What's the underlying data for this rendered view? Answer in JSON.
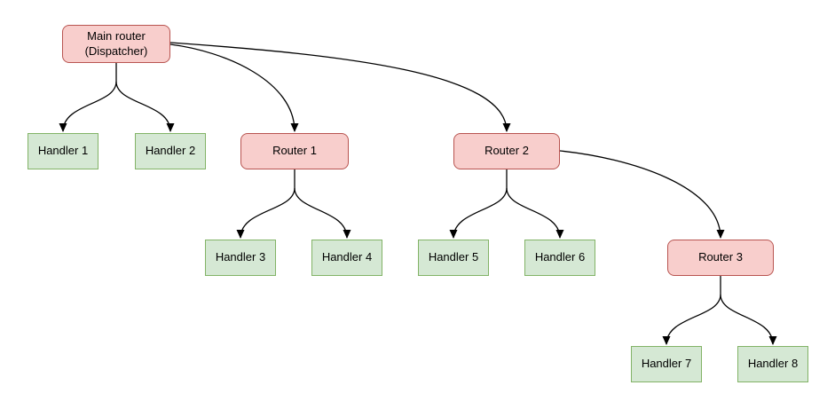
{
  "diagram": {
    "type": "tree",
    "background": "#ffffff",
    "colors": {
      "router_fill": "#f8cecc",
      "router_border": "#b85450",
      "handler_fill": "#d5e8d4",
      "handler_border": "#82b366",
      "edge_color": "#000000",
      "text_color": "#000000"
    },
    "nodes": {
      "main": {
        "label": "Main router (Dispatcher)",
        "line1": "Main router",
        "line2": "(Dispatcher)",
        "kind": "router"
      },
      "handler1": {
        "label": "Handler 1",
        "kind": "handler"
      },
      "handler2": {
        "label": "Handler 2",
        "kind": "handler"
      },
      "router1": {
        "label": "Router 1",
        "kind": "router"
      },
      "router2": {
        "label": "Router 2",
        "kind": "router"
      },
      "handler3": {
        "label": "Handler 3",
        "kind": "handler"
      },
      "handler4": {
        "label": "Handler 4",
        "kind": "handler"
      },
      "handler5": {
        "label": "Handler 5",
        "kind": "handler"
      },
      "handler6": {
        "label": "Handler 6",
        "kind": "handler"
      },
      "router3": {
        "label": "Router 3",
        "kind": "router"
      },
      "handler7": {
        "label": "Handler 7",
        "kind": "handler"
      },
      "handler8": {
        "label": "Handler 8",
        "kind": "handler"
      }
    },
    "edges": [
      {
        "from": "main",
        "to": "handler1"
      },
      {
        "from": "main",
        "to": "handler2"
      },
      {
        "from": "main",
        "to": "router1"
      },
      {
        "from": "main",
        "to": "router2"
      },
      {
        "from": "router1",
        "to": "handler3"
      },
      {
        "from": "router1",
        "to": "handler4"
      },
      {
        "from": "router2",
        "to": "handler5"
      },
      {
        "from": "router2",
        "to": "handler6"
      },
      {
        "from": "router2",
        "to": "router3"
      },
      {
        "from": "router3",
        "to": "handler7"
      },
      {
        "from": "router3",
        "to": "handler8"
      }
    ]
  }
}
